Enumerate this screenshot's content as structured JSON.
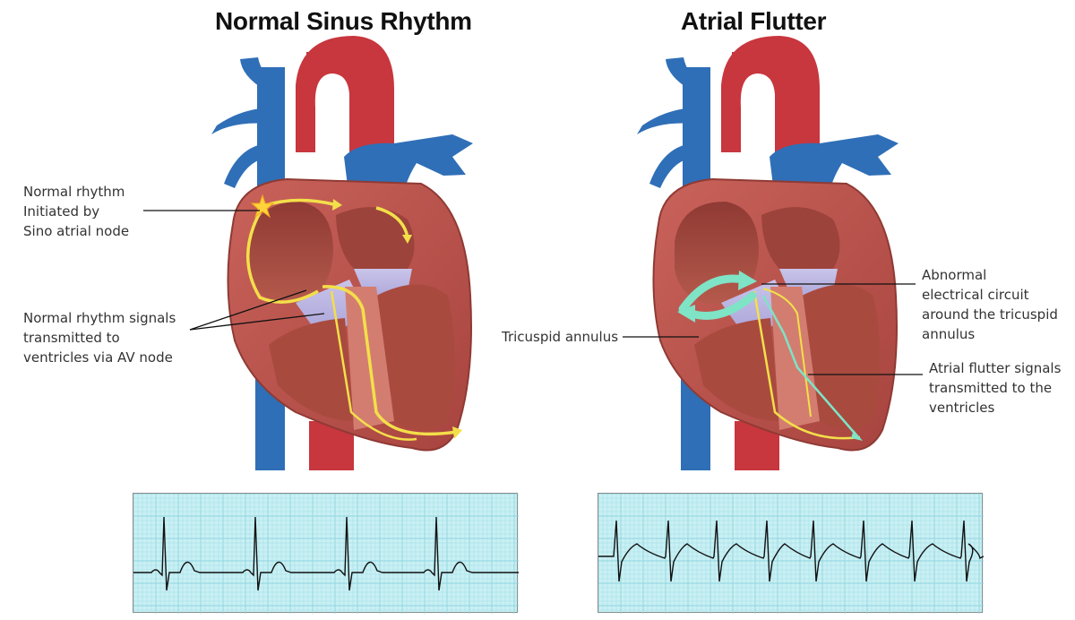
{
  "left_panel": {
    "title": "Normal Sinus Rhythm",
    "labels": {
      "sa_node": "Normal rhythm\nInitiated by\nSino atrial node",
      "av_node": "Normal rhythm signals\ntransmitted to\nventricles via AV node"
    }
  },
  "right_panel": {
    "title": "Atrial Flutter",
    "labels": {
      "circuit": "Abnormal\nelectrical circuit\naround the tricuspid\nannulus",
      "annulus": "Tricuspid annulus",
      "signals": "Atrial flutter signals\ntransmitted to the\nventricles"
    }
  },
  "colors": {
    "vein_blue": "#2f6fb7",
    "artery_red": "#c8363e",
    "myocardium": "#b9554e",
    "signal_yellow": "#f3df4a",
    "flutter_cyan": "#7fe3c6",
    "ecg_grid_bg": "#c9f0f4",
    "ecg_grid_line": "#8fd5df"
  }
}
